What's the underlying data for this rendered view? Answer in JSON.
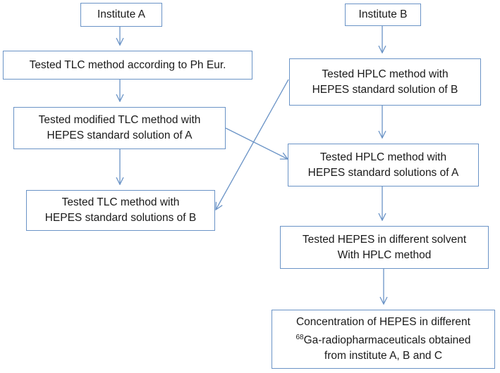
{
  "diagram": {
    "accent_color": "#6a93c6",
    "nodes": {
      "institute_a": {
        "lines": [
          "Institute A"
        ]
      },
      "institute_b": {
        "lines": [
          "Institute B"
        ]
      },
      "a_tlc_ph_eur": {
        "lines": [
          "Tested TLC method according to  Ph Eur."
        ]
      },
      "a_modified_tlc": {
        "lines": [
          "Tested modified TLC method with",
          "HEPES standard solution of A"
        ]
      },
      "a_tlc_solutions_b": {
        "lines": [
          "Tested TLC method with",
          "HEPES standard solutions of B"
        ]
      },
      "b_hplc_standard_b": {
        "lines": [
          "Tested HPLC method with",
          "HEPES standard solution of B"
        ]
      },
      "b_hplc_solutions_a": {
        "lines": [
          "Tested HPLC method with",
          "HEPES standard solutions of A"
        ]
      },
      "b_different_solvent": {
        "lines": [
          "Tested HEPES in different solvent",
          "With HPLC method"
        ]
      },
      "concentration": {
        "line1": "Concentration of HEPES in different",
        "line2_sup": "68",
        "line2_rest": "Ga-radiopharmaceuticals obtained",
        "line3": "from institute A, B and C"
      }
    }
  }
}
